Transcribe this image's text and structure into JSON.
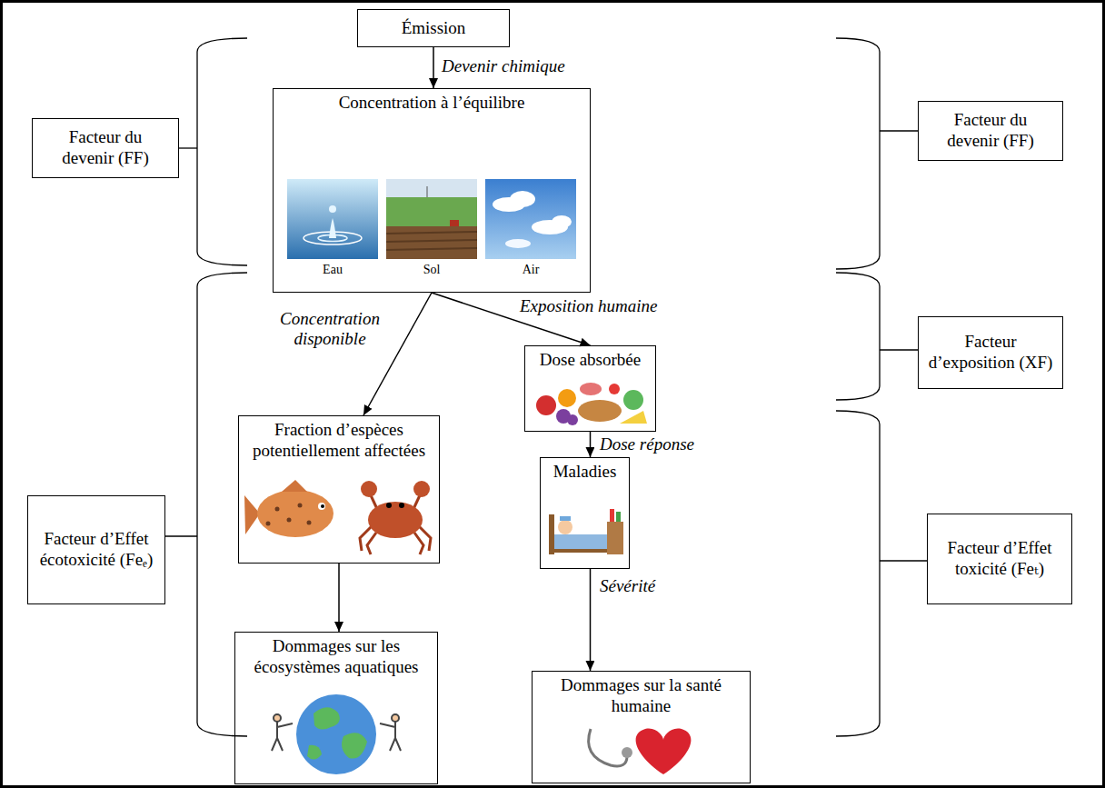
{
  "diagram": {
    "nodes": [
      {
        "text": [
          "Émission"
        ]
      },
      {
        "text": [
          "Facteur du devenir (FF)"
        ]
      },
      {
        "text": [
          "Facteur du devenir (FF)"
        ]
      },
      {
        "text": [
          "Concentration à l’équilibre"
        ]
      },
      {
        "text": [
          "Facteur d’exposition (XF)"
        ]
      },
      {
        "text": [
          "Dose absorbée"
        ]
      },
      {
        "text": [
          "Fraction d’espèces potentiellement affectées"
        ]
      },
      {
        "text": [
          "Facteur d’Effet écotoxicité (Feₑ)"
        ]
      },
      {
        "text": [
          "Maladies"
        ]
      },
      {
        "text": [
          "Facteur d’Effet toxicité (Feₜ)"
        ]
      },
      {
        "text": [
          "Dommages sur les écosystèmes aquatiques"
        ]
      },
      {
        "text": [
          "Dommages sur la santé humaine"
        ]
      }
    ],
    "edges": [
      {
        "from": 0,
        "to": 3,
        "arrow": "to",
        "label": "Devenir chimique"
      },
      {
        "from": 3,
        "to": 6,
        "arrow": "to",
        "label": "Concentration disponible"
      },
      {
        "from": 3,
        "to": 5,
        "arrow": "to",
        "label": "Exposition humaine"
      },
      {
        "from": 5,
        "to": 8,
        "arrow": "to",
        "label": "Dose réponse"
      },
      {
        "from": 8,
        "to": 11,
        "arrow": "to",
        "label": "Sévérité"
      },
      {
        "from": 6,
        "to": 10,
        "arrow": "to"
      }
    ],
    "labels": [
      "Eau",
      "Sol",
      "Air"
    ]
  }
}
